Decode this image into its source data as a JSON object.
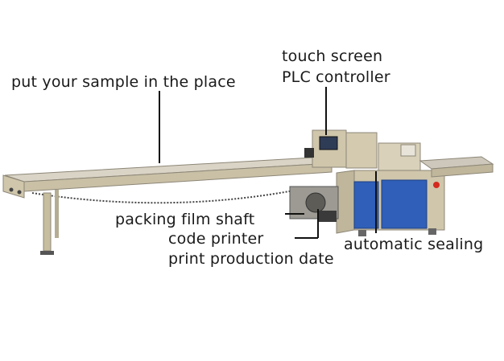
{
  "labels": {
    "sample": "put your sample in the place",
    "touch_screen": "touch screen",
    "plc": "PLC controller",
    "film_shaft": "packing film shaft",
    "code_printer": "code printer",
    "production_date": "print production date",
    "sealing": "automatic sealing"
  },
  "colors": {
    "body": "#cfc6ab",
    "body_dark": "#a89f86",
    "panel_blue": "#2f5fb8",
    "conveyor": "#d8d3c5",
    "leader": "#111111"
  }
}
